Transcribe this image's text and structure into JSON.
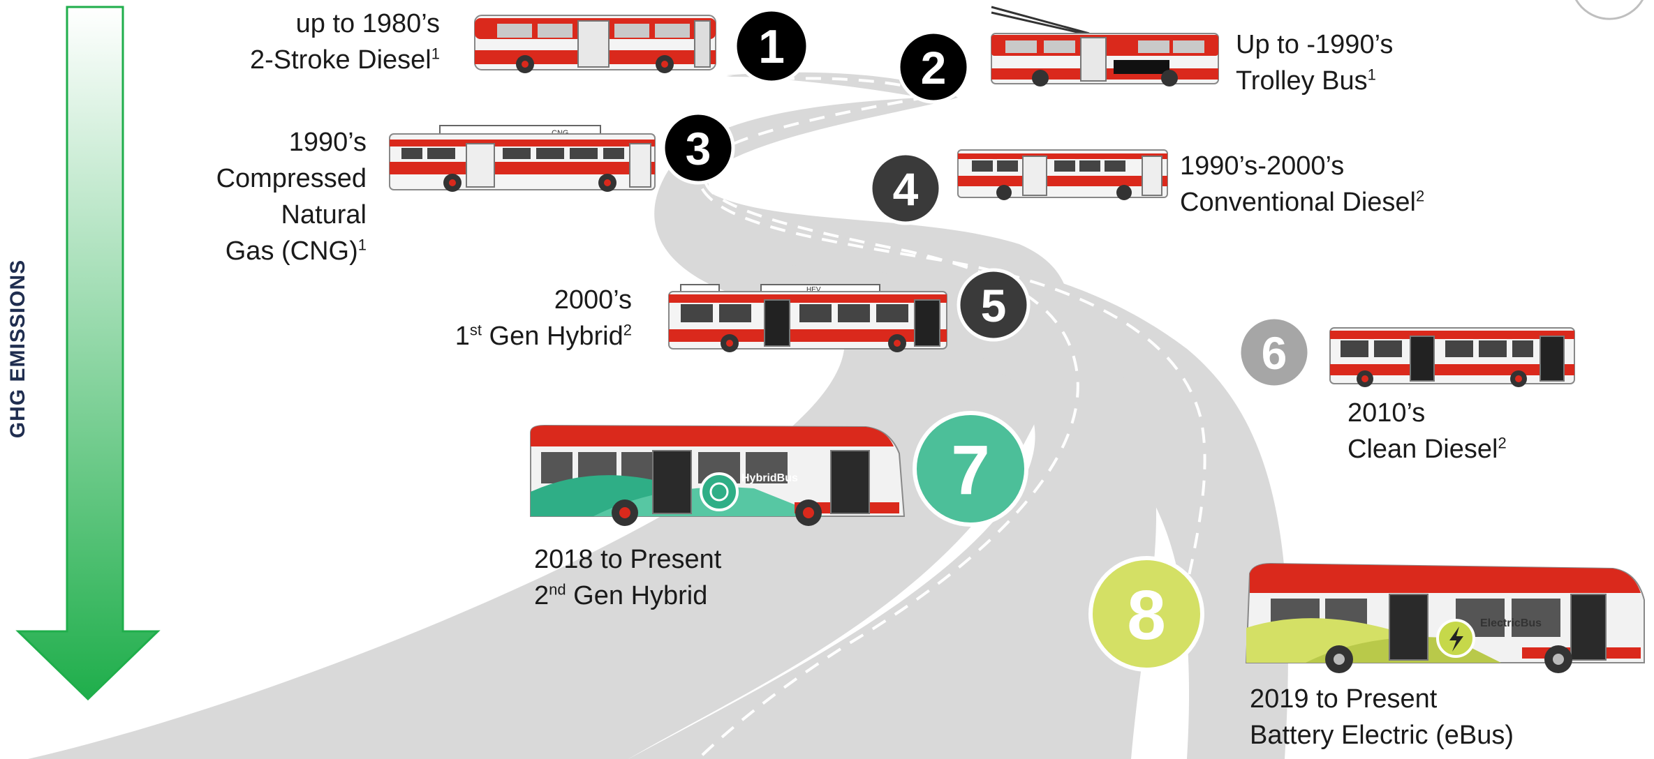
{
  "colors": {
    "road": "#d9d9d9",
    "arrow_top": "#ffffff",
    "arrow_bottom": "#1fae4b",
    "ttc_red": "#da291c",
    "stage_dark": "#000000",
    "stage_gray": "#3a3a3a",
    "stage_light_gray": "#a6a6a6",
    "stage_teal": "#4cbf99",
    "stage_lime": "#d4e065"
  },
  "axis": {
    "label": "GHG EMISSIONS"
  },
  "stages": [
    {
      "number": "1",
      "line1": "up to 1980’s",
      "line2": "2-Stroke Diesel",
      "line2_sup": "1",
      "line3": "",
      "line3_sup": "",
      "line4": "",
      "line4_sup": "",
      "color": "#000000"
    },
    {
      "number": "2",
      "line1": "Up to -1990’s",
      "line2": "Trolley Bus",
      "line2_sup": "1",
      "line3": "",
      "line3_sup": "",
      "line4": "",
      "line4_sup": "",
      "color": "#000000"
    },
    {
      "number": "3",
      "line1": "1990’s",
      "line2": "Compressed",
      "line2_sup": "",
      "line3": "Natural",
      "line3_sup": "",
      "line4": "Gas (CNG)",
      "line4_sup": "1",
      "color": "#000000"
    },
    {
      "number": "4",
      "line1": "1990’s-2000’s",
      "line2": "Conventional  Diesel",
      "line2_sup": "2",
      "line3": "",
      "line3_sup": "",
      "line4": "",
      "line4_sup": "",
      "color": "#3a3a3a"
    },
    {
      "number": "5",
      "line1": "2000’s",
      "line2_pre": "1",
      "line2_pre_sup": "st",
      "line2": " Gen Hybrid",
      "line2_sup": "2",
      "color": "#3a3a3a"
    },
    {
      "number": "6",
      "line1": "2010’s",
      "line2": "Clean Diesel",
      "line2_sup": "2",
      "color": "#a6a6a6"
    },
    {
      "number": "7",
      "line1": "2018 to Present",
      "line2_pre": "2",
      "line2_pre_sup": "nd",
      "line2": " Gen Hybrid",
      "line2_sup": "",
      "color": "#4cbf99"
    },
    {
      "number": "8",
      "line1": "2019 to Present",
      "line2": "Battery Electric (eBus)",
      "line2_sup": "",
      "color": "#d4e065"
    }
  ],
  "bus_text": {
    "cng_roof": "CNG",
    "hev_roof": "HEV",
    "hybrid_logo": "HybridBus",
    "electric_logo": "ElectricBus"
  }
}
